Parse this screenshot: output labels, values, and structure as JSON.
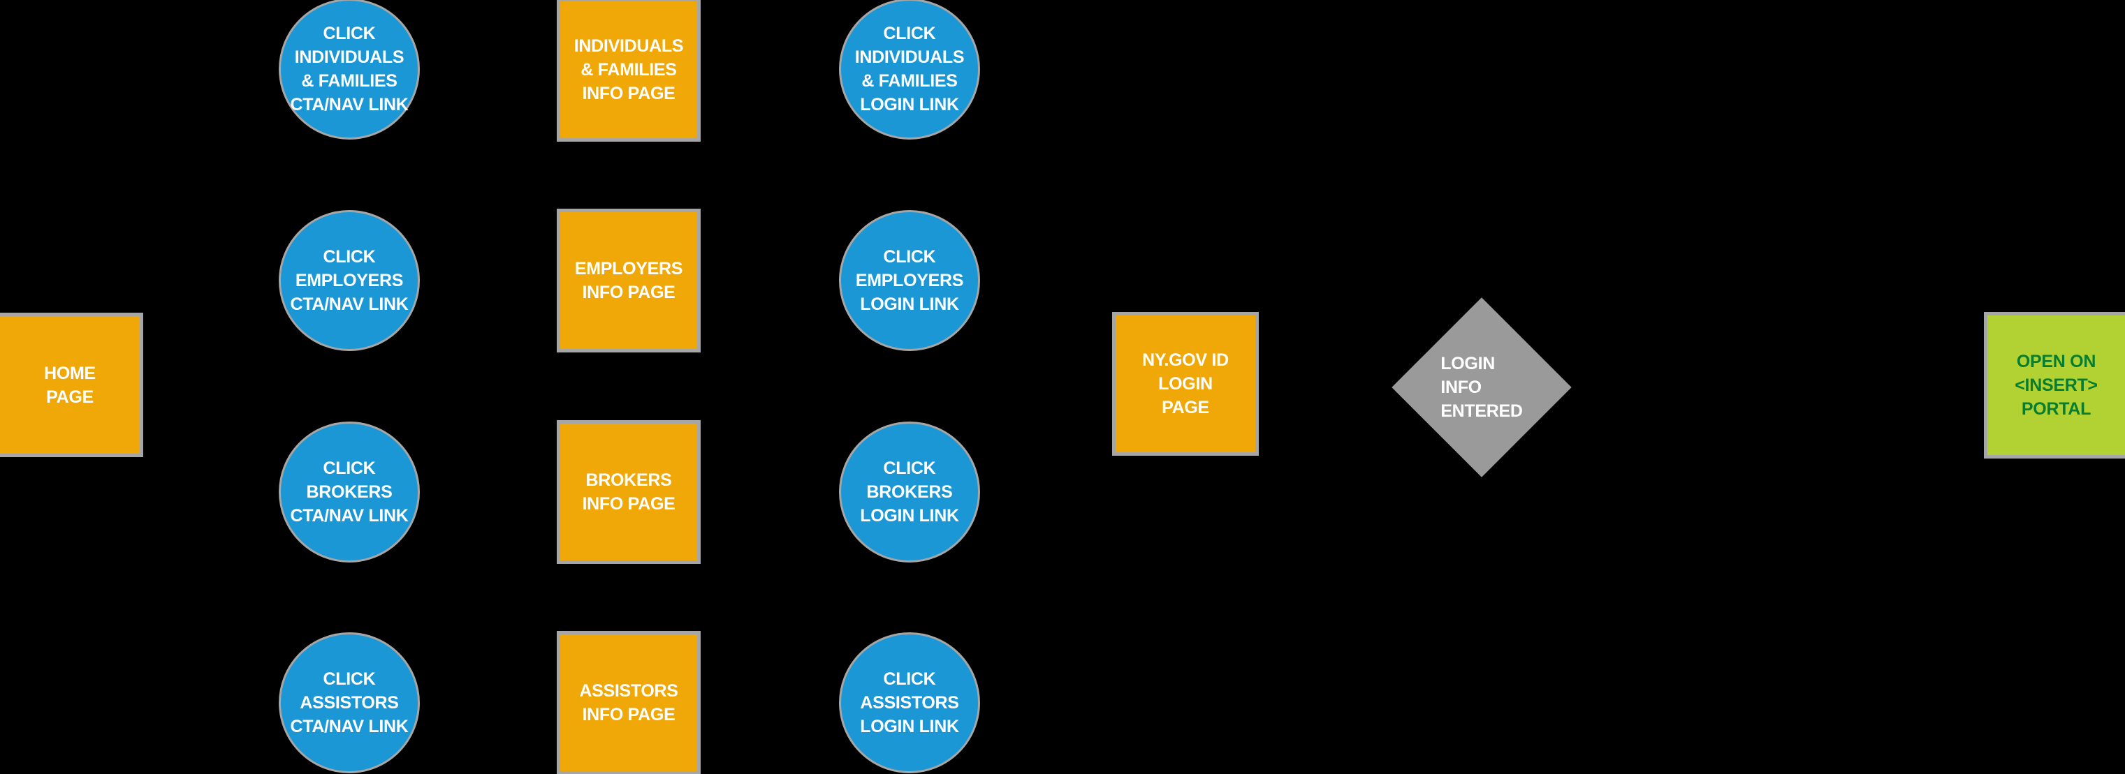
{
  "title": "Login user-flow diagram",
  "colors": {
    "background": "#000000",
    "page_fill": "#F0A808",
    "click_fill": "#1B97D6",
    "decision_fill": "#9A9A9A",
    "portal_fill": "#B2D233",
    "portal_text": "#077D2F",
    "outline": "#A6A6A6",
    "label_text": "#FFFFFF"
  },
  "nodes": {
    "home_page": {
      "label": "HOME\nPAGE"
    },
    "cta_links": [
      {
        "label": "CLICK\nINDIVIDUALS\n& FAMILIES\nCTA/NAV LINK"
      },
      {
        "label": "CLICK\nEMPLOYERS\nCTA/NAV LINK"
      },
      {
        "label": "CLICK\nBROKERS\nCTA/NAV LINK"
      },
      {
        "label": "CLICK\nASSISTORS\nCTA/NAV LINK"
      }
    ],
    "info_pages": [
      {
        "label": "INDIVIDUALS\n& FAMILIES\nINFO PAGE"
      },
      {
        "label": "EMPLOYERS\nINFO PAGE"
      },
      {
        "label": "BROKERS\nINFO PAGE"
      },
      {
        "label": "ASSISTORS\nINFO PAGE"
      }
    ],
    "login_links": [
      {
        "label": "CLICK\nINDIVIDUALS\n& FAMILIES\nLOGIN LINK"
      },
      {
        "label": "CLICK\nEMPLOYERS\nLOGIN LINK"
      },
      {
        "label": "CLICK\nBROKERS\nLOGIN LINK"
      },
      {
        "label": "CLICK\nASSISTORS\nLOGIN LINK"
      }
    ],
    "nygov_login_page": {
      "label": "NY.GOV ID\nLOGIN\nPAGE"
    },
    "login_info_entered": {
      "label": "LOGIN\nINFO\nENTERED"
    },
    "open_portal": {
      "label": "OPEN ON\n<INSERT>\nPORTAL"
    }
  }
}
